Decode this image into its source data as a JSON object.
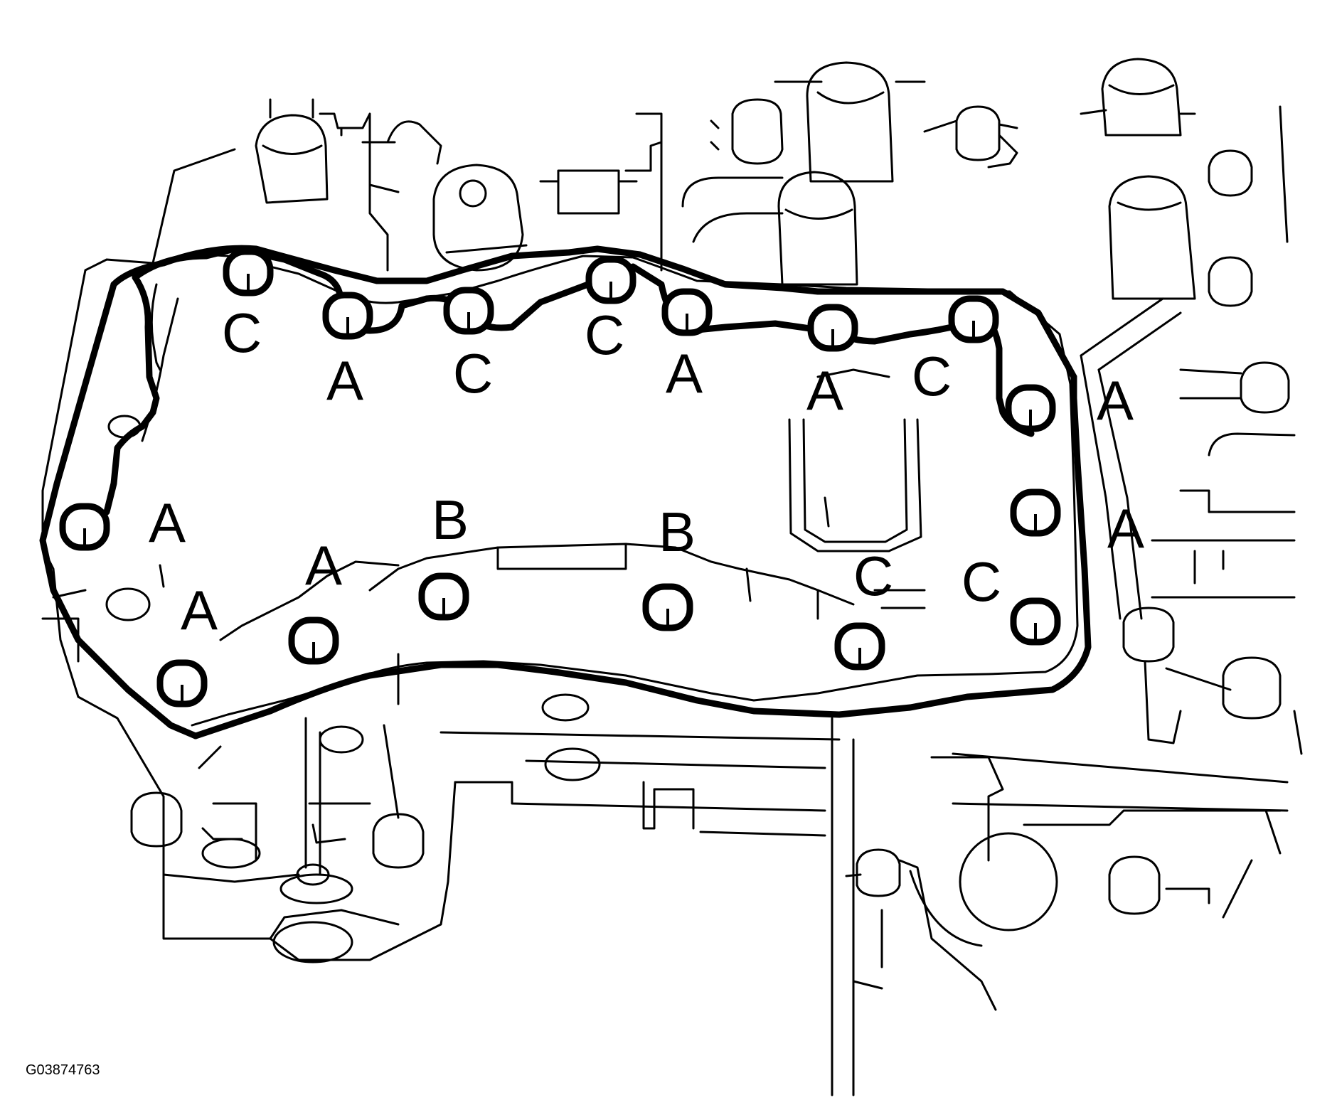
{
  "figure_id": "G03874763",
  "callouts": [
    {
      "id": "c1",
      "label": "C"
    },
    {
      "id": "c2",
      "label": "A"
    },
    {
      "id": "c3",
      "label": "C"
    },
    {
      "id": "c4",
      "label": "C"
    },
    {
      "id": "c5",
      "label": "A"
    },
    {
      "id": "c6",
      "label": "A"
    },
    {
      "id": "c7",
      "label": "C"
    },
    {
      "id": "c8",
      "label": "A"
    },
    {
      "id": "c9",
      "label": "A"
    },
    {
      "id": "c10",
      "label": "A"
    },
    {
      "id": "c11",
      "label": "A"
    },
    {
      "id": "c12",
      "label": "A"
    },
    {
      "id": "c13",
      "label": "B"
    },
    {
      "id": "c14",
      "label": "B"
    },
    {
      "id": "c15",
      "label": "C"
    },
    {
      "id": "c16",
      "label": "C"
    }
  ]
}
